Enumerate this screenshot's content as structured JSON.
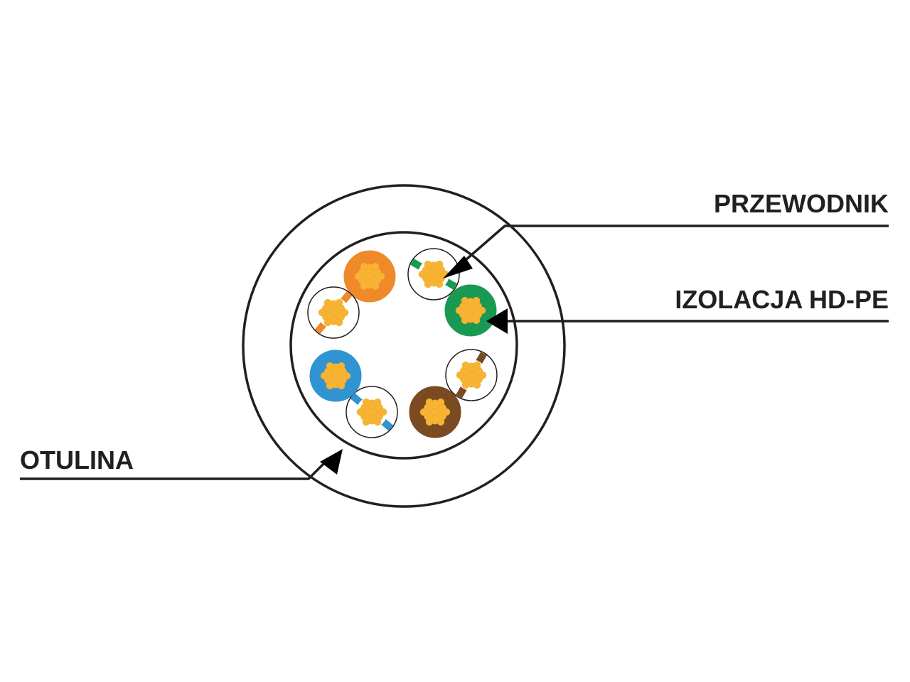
{
  "labels": {
    "conductor": "PRZEWODNIK",
    "insulation": "IZOLACJA HD-PE",
    "sheath": "OTULINA"
  },
  "colors": {
    "outline": "#231f20",
    "copper": "#f7b334",
    "orange": "#f0892a",
    "green": "#199a52",
    "blue": "#3094d2",
    "brown": "#7a4a21",
    "white": "#ffffff"
  },
  "conductors": [
    {
      "name": "orange",
      "type": "solid",
      "color": "orange"
    },
    {
      "name": "white-green",
      "type": "stripe",
      "color": "green"
    },
    {
      "name": "green",
      "type": "solid",
      "color": "green"
    },
    {
      "name": "white-brown",
      "type": "stripe",
      "color": "brown"
    },
    {
      "name": "brown",
      "type": "solid",
      "color": "brown"
    },
    {
      "name": "white-blue",
      "type": "stripe",
      "color": "blue"
    },
    {
      "name": "blue",
      "type": "solid",
      "color": "blue"
    },
    {
      "name": "white-orange",
      "type": "stripe",
      "color": "orange"
    }
  ]
}
